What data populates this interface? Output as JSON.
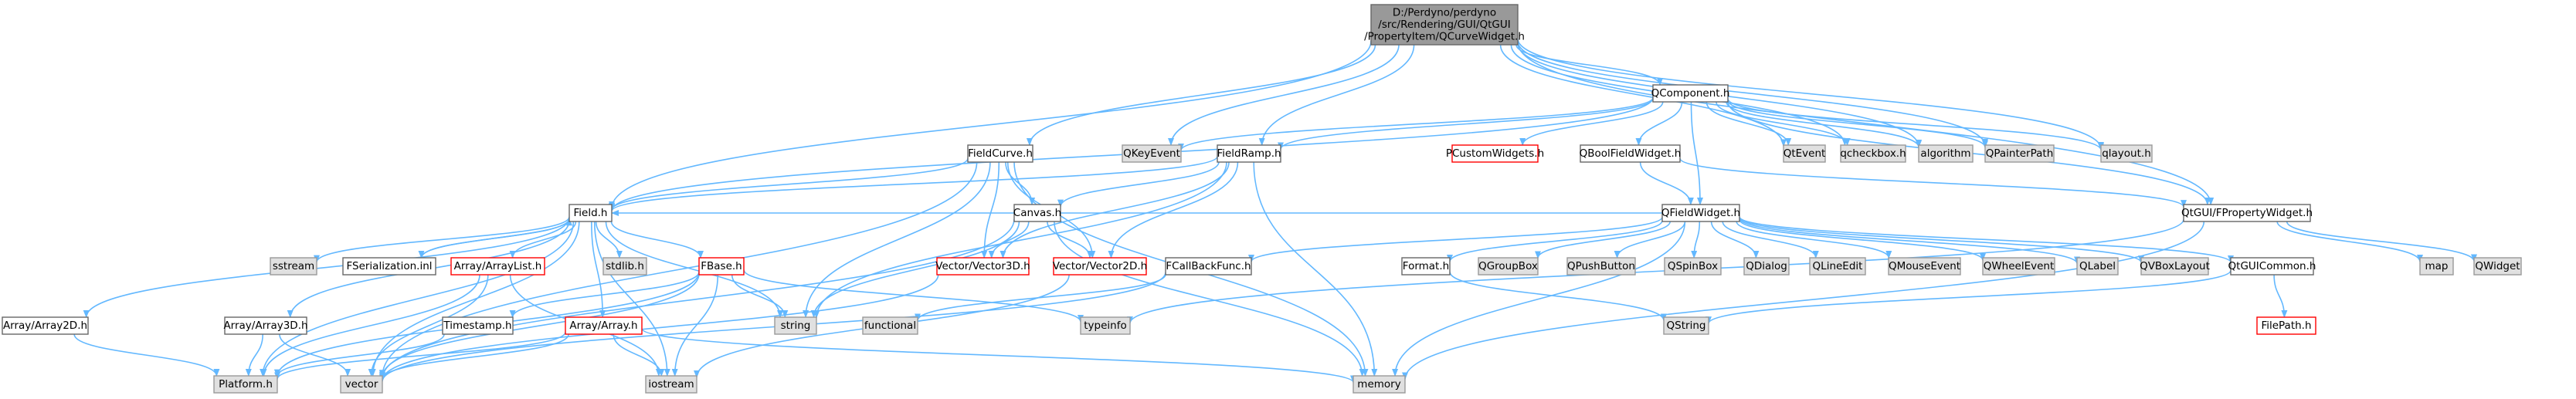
{
  "colors": {
    "edge": "#63b8ff",
    "root_fill": "#999999",
    "system_fill": "#e0e0e0",
    "border_gray": "#999999",
    "border_red": "#ff0000",
    "border_dark": "#666666",
    "white": "#ffffff"
  },
  "nodes": {
    "root": {
      "label_lines": [
        "D:/Perdyno/perdyno",
        "/src/Rendering/GUI/QtGUI",
        "/PropertyItem/QCurveWidget.h"
      ],
      "style": "root"
    },
    "qcomponent": {
      "label_lines": [
        "QComponent.h"
      ],
      "style": "normal"
    },
    "fieldcurve": {
      "label_lines": [
        "FieldCurve.h"
      ],
      "style": "normal"
    },
    "qkeyevent": {
      "label_lines": [
        "QKeyEvent"
      ],
      "style": "system"
    },
    "fieldramp": {
      "label_lines": [
        "FieldRamp.h"
      ],
      "style": "normal"
    },
    "pcustomwidgets": {
      "label_lines": [
        "PCustomWidgets.h"
      ],
      "style": "missing"
    },
    "qbool": {
      "label_lines": [
        "QBoolFieldWidget.h"
      ],
      "style": "normal"
    },
    "qtevent": {
      "label_lines": [
        "QtEvent"
      ],
      "style": "system"
    },
    "qcheckbox": {
      "label_lines": [
        "qcheckbox.h"
      ],
      "style": "system"
    },
    "algorithm": {
      "label_lines": [
        "algorithm"
      ],
      "style": "system"
    },
    "qpainterpath": {
      "label_lines": [
        "QPainterPath"
      ],
      "style": "system"
    },
    "qlayout": {
      "label_lines": [
        "qlayout.h"
      ],
      "style": "system"
    },
    "field": {
      "label_lines": [
        "Field.h"
      ],
      "style": "normal"
    },
    "canvas": {
      "label_lines": [
        "Canvas.h"
      ],
      "style": "normal"
    },
    "qfieldwidget": {
      "label_lines": [
        "QFieldWidget.h"
      ],
      "style": "normal"
    },
    "qtgui_fprop": {
      "label_lines": [
        "QtGUI/FPropertyWidget.h"
      ],
      "style": "normal"
    },
    "sstream": {
      "label_lines": [
        "sstream"
      ],
      "style": "system"
    },
    "fserial": {
      "label_lines": [
        "FSerialization.inl"
      ],
      "style": "normal"
    },
    "arraylist": {
      "label_lines": [
        "Array/ArrayList.h"
      ],
      "style": "missing"
    },
    "stdlib": {
      "label_lines": [
        "stdlib.h"
      ],
      "style": "system"
    },
    "fbase": {
      "label_lines": [
        "FBase.h"
      ],
      "style": "missing"
    },
    "vec3d": {
      "label_lines": [
        "Vector/Vector3D.h"
      ],
      "style": "missing"
    },
    "vec2d": {
      "label_lines": [
        "Vector/Vector2D.h"
      ],
      "style": "missing"
    },
    "fcallback": {
      "label_lines": [
        "FCallBackFunc.h"
      ],
      "style": "normal"
    },
    "format": {
      "label_lines": [
        "Format.h"
      ],
      "style": "normal"
    },
    "qgroupbox": {
      "label_lines": [
        "QGroupBox"
      ],
      "style": "system"
    },
    "qpushbutton": {
      "label_lines": [
        "QPushButton"
      ],
      "style": "system"
    },
    "qspinbox": {
      "label_lines": [
        "QSpinBox"
      ],
      "style": "system"
    },
    "qdialog": {
      "label_lines": [
        "QDialog"
      ],
      "style": "system"
    },
    "qlineedit": {
      "label_lines": [
        "QLineEdit"
      ],
      "style": "system"
    },
    "qmouseevent": {
      "label_lines": [
        "QMouseEvent"
      ],
      "style": "system"
    },
    "qwheelevent": {
      "label_lines": [
        "QWheelEvent"
      ],
      "style": "system"
    },
    "qlabel": {
      "label_lines": [
        "QLabel"
      ],
      "style": "system"
    },
    "qvboxlayout": {
      "label_lines": [
        "QVBoxLayout"
      ],
      "style": "system"
    },
    "qtguicommon": {
      "label_lines": [
        "QtGUICommon.h"
      ],
      "style": "normal"
    },
    "map": {
      "label_lines": [
        "map"
      ],
      "style": "system"
    },
    "qwidget": {
      "label_lines": [
        "QWidget"
      ],
      "style": "system"
    },
    "array2d": {
      "label_lines": [
        "Array/Array2D.h"
      ],
      "style": "normal"
    },
    "array3d": {
      "label_lines": [
        "Array/Array3D.h"
      ],
      "style": "normal"
    },
    "timestamp": {
      "label_lines": [
        "Timestamp.h"
      ],
      "style": "normal"
    },
    "array": {
      "label_lines": [
        "Array/Array.h"
      ],
      "style": "missing"
    },
    "string": {
      "label_lines": [
        "string"
      ],
      "style": "system"
    },
    "functional": {
      "label_lines": [
        "functional"
      ],
      "style": "system"
    },
    "typeinfo": {
      "label_lines": [
        "typeinfo"
      ],
      "style": "system"
    },
    "qstring": {
      "label_lines": [
        "QString"
      ],
      "style": "system"
    },
    "filepath": {
      "label_lines": [
        "FilePath.h"
      ],
      "style": "missing"
    },
    "platform": {
      "label_lines": [
        "Platform.h"
      ],
      "style": "system"
    },
    "vector": {
      "label_lines": [
        "vector"
      ],
      "style": "system"
    },
    "iostream": {
      "label_lines": [
        "iostream"
      ],
      "style": "system"
    },
    "memory": {
      "label_lines": [
        "memory"
      ],
      "style": "system"
    }
  },
  "edges": [
    [
      "root",
      "qcomponent"
    ],
    [
      "root",
      "fieldcurve"
    ],
    [
      "root",
      "qkeyevent"
    ],
    [
      "root",
      "fieldramp"
    ],
    [
      "root",
      "qtevent"
    ],
    [
      "root",
      "qcheckbox"
    ],
    [
      "root",
      "algorithm"
    ],
    [
      "root",
      "qpainterpath"
    ],
    [
      "root",
      "qlayout"
    ],
    [
      "root",
      "field"
    ],
    [
      "root",
      "qtgui_fprop"
    ],
    [
      "qcomponent",
      "qkeyevent"
    ],
    [
      "qcomponent",
      "fieldramp"
    ],
    [
      "qcomponent",
      "pcustomwidgets"
    ],
    [
      "qcomponent",
      "qbool"
    ],
    [
      "qcomponent",
      "qtevent"
    ],
    [
      "qcomponent",
      "qcheckbox"
    ],
    [
      "qcomponent",
      "algorithm"
    ],
    [
      "qcomponent",
      "qpainterpath"
    ],
    [
      "qcomponent",
      "qlayout"
    ],
    [
      "qcomponent",
      "qfieldwidget"
    ],
    [
      "qcomponent",
      "qtgui_fprop"
    ],
    [
      "qcomponent",
      "field"
    ],
    [
      "fieldcurve",
      "field"
    ],
    [
      "fieldcurve",
      "canvas"
    ],
    [
      "fieldcurve",
      "vec3d"
    ],
    [
      "fieldcurve",
      "vec2d"
    ],
    [
      "fieldcurve",
      "string"
    ],
    [
      "fieldcurve",
      "memory"
    ],
    [
      "fieldcurve",
      "vector"
    ],
    [
      "fieldramp",
      "field"
    ],
    [
      "fieldramp",
      "canvas"
    ],
    [
      "fieldramp",
      "vec3d"
    ],
    [
      "fieldramp",
      "vec2d"
    ],
    [
      "fieldramp",
      "string"
    ],
    [
      "fieldramp",
      "memory"
    ],
    [
      "qbool",
      "qfieldwidget"
    ],
    [
      "qbool",
      "qtgui_fprop"
    ],
    [
      "field",
      "sstream"
    ],
    [
      "field",
      "fserial"
    ],
    [
      "field",
      "arraylist"
    ],
    [
      "field",
      "stdlib"
    ],
    [
      "field",
      "fbase"
    ],
    [
      "field",
      "array2d"
    ],
    [
      "field",
      "array3d"
    ],
    [
      "field",
      "array"
    ],
    [
      "field",
      "iostream"
    ],
    [
      "field",
      "platform"
    ],
    [
      "field",
      "vector"
    ],
    [
      "field",
      "string"
    ],
    [
      "fserial",
      "field"
    ],
    [
      "canvas",
      "vec3d"
    ],
    [
      "canvas",
      "vec2d"
    ],
    [
      "canvas",
      "string"
    ],
    [
      "canvas",
      "vector"
    ],
    [
      "canvas",
      "memory"
    ],
    [
      "qfieldwidget",
      "fcallback"
    ],
    [
      "qfieldwidget",
      "format"
    ],
    [
      "qfieldwidget",
      "qgroupbox"
    ],
    [
      "qfieldwidget",
      "qpushbutton"
    ],
    [
      "qfieldwidget",
      "qspinbox"
    ],
    [
      "qfieldwidget",
      "qdialog"
    ],
    [
      "qfieldwidget",
      "qlineedit"
    ],
    [
      "qfieldwidget",
      "qmouseevent"
    ],
    [
      "qfieldwidget",
      "qwheelevent"
    ],
    [
      "qfieldwidget",
      "qlabel"
    ],
    [
      "qfieldwidget",
      "qvboxlayout"
    ],
    [
      "qfieldwidget",
      "qtguicommon"
    ],
    [
      "qfieldwidget",
      "memory"
    ],
    [
      "qfieldwidget",
      "field"
    ],
    [
      "qtgui_fprop",
      "map"
    ],
    [
      "qtgui_fprop",
      "qwidget"
    ],
    [
      "qtgui_fprop",
      "memory"
    ],
    [
      "qtgui_fprop",
      "typeinfo"
    ],
    [
      "arraylist",
      "platform"
    ],
    [
      "arraylist",
      "vector"
    ],
    [
      "arraylist",
      "iostream"
    ],
    [
      "fbase",
      "timestamp"
    ],
    [
      "fbase",
      "string"
    ],
    [
      "fbase",
      "typeinfo"
    ],
    [
      "fbase",
      "platform"
    ],
    [
      "fbase",
      "vector"
    ],
    [
      "fbase",
      "iostream"
    ],
    [
      "vec3d",
      "vector"
    ],
    [
      "vec2d",
      "iostream"
    ],
    [
      "fcallback",
      "functional"
    ],
    [
      "fcallback",
      "vector"
    ],
    [
      "format",
      "qstring"
    ],
    [
      "qtguicommon",
      "qstring"
    ],
    [
      "qtguicommon",
      "filepath"
    ],
    [
      "array2d",
      "platform"
    ],
    [
      "array3d",
      "platform"
    ],
    [
      "array3d",
      "vector"
    ],
    [
      "timestamp",
      "platform"
    ],
    [
      "array",
      "platform"
    ],
    [
      "array",
      "vector"
    ],
    [
      "array",
      "iostream"
    ],
    [
      "array",
      "memory"
    ]
  ]
}
